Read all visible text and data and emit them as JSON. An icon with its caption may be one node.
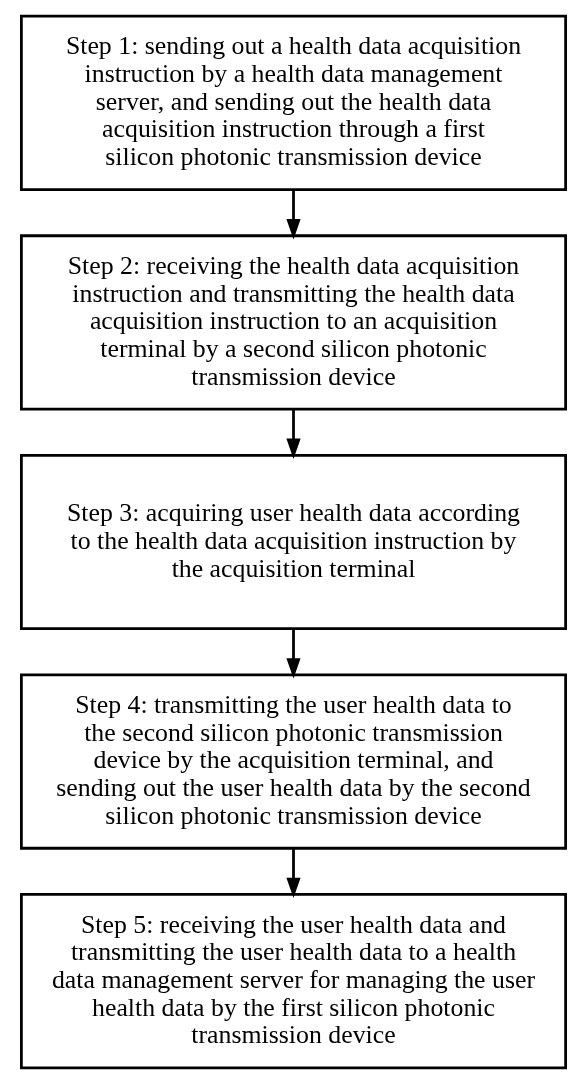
{
  "diagram": {
    "nodes": [
      {
        "text": [
          "Step 1: sending out a health data acquisition instruction by a health data management server, and sending out the health data acquisition instruction through a first silicon photonic transmission device"
        ]
      },
      {
        "text": [
          "Step 2: receiving the health data acquisition instruction and transmitting the health data acquisition instruction to an acquisition terminal by a second silicon photonic transmission device"
        ]
      },
      {
        "text": [
          "Step 3: acquiring user health data according to the health data acquisition instruction by the acquisition terminal"
        ]
      },
      {
        "text": [
          "Step 4: transmitting the user health data to the second silicon photonic transmission device by the acquisition terminal, and sending out the user health data by the second silicon photonic transmission device"
        ]
      },
      {
        "text": [
          "Step 5: receiving the user health data and transmitting the user health data to a health data management server for managing the user health data by the first silicon photonic transmission device"
        ]
      }
    ],
    "edges": [
      {
        "from": 0,
        "to": 1,
        "arrow": "to"
      },
      {
        "from": 1,
        "to": 2,
        "arrow": "to"
      },
      {
        "from": 2,
        "to": 3,
        "arrow": "to"
      },
      {
        "from": 3,
        "to": 4,
        "arrow": "to"
      }
    ]
  }
}
